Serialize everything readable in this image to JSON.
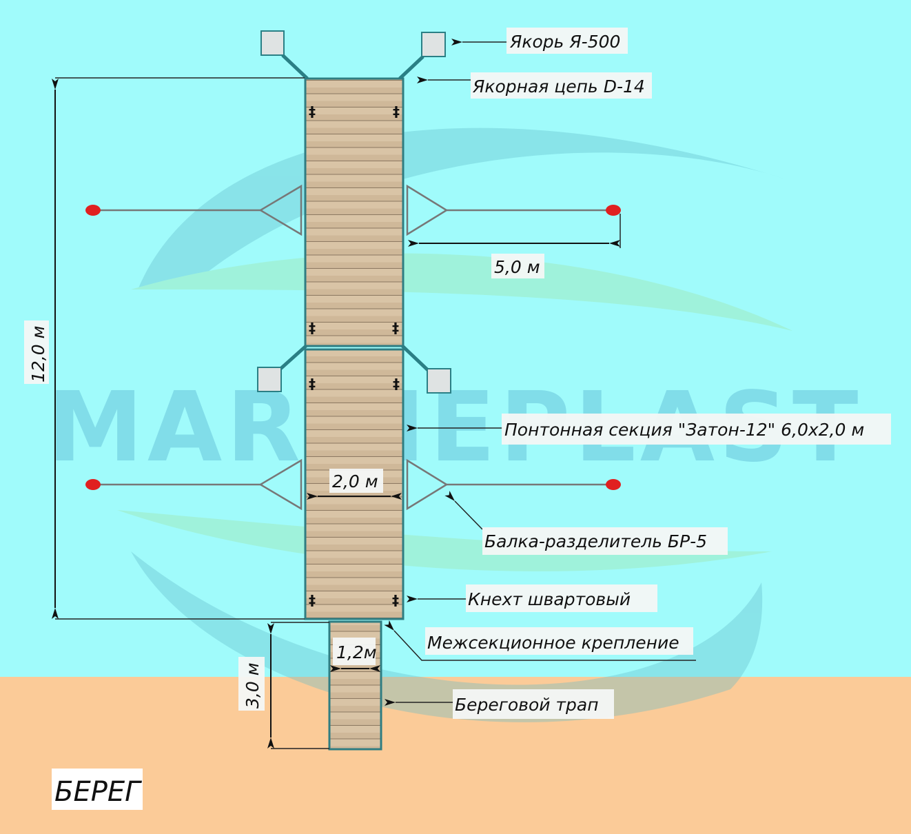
{
  "watermark": "MARINEPLAST",
  "colors": {
    "water": "#a0fbfb",
    "shore": "#fbcb98",
    "deck": "#d9c4a6",
    "frame": "#2f7d82",
    "buoy": "#e02020"
  },
  "labels": {
    "anchor": "Якорь Я-500",
    "chain": "Якорная цепь D-14",
    "span": "5,0 м",
    "length": "12,0 м",
    "section": "Понтонная секция \"Затон-12\" 6,0х2,0 м",
    "width": "2,0 м",
    "beam": "Балка-разделитель БР-5",
    "cleat": "Кнехт швартовый",
    "joint": "Межсекционное крепление",
    "gangway": "Береговой трап",
    "gangway_length": "3,0 м",
    "gangway_width": "1,2м",
    "shore": "БЕРЕГ"
  }
}
